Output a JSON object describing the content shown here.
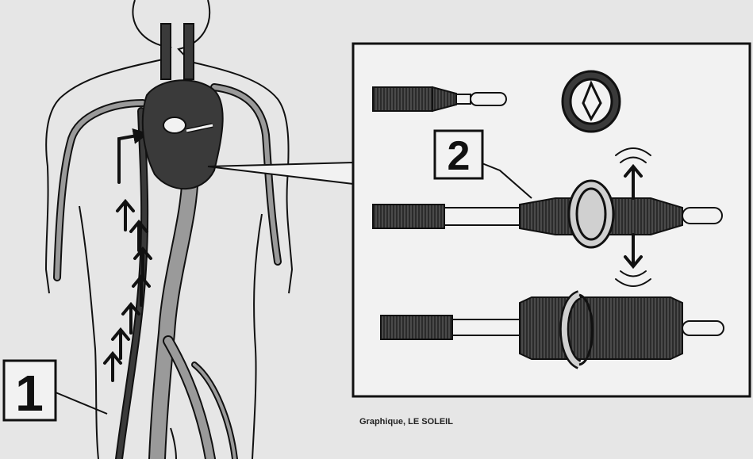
{
  "callouts": {
    "one": "1",
    "two": "2"
  },
  "credit": "Graphique, LE SOLEIL",
  "colors": {
    "background": "#e6e6e6",
    "vessel_dark": "#3a3a3a",
    "vessel_gray": "#9a9a9a",
    "outline": "#111111",
    "panel": "#f2f2f2"
  },
  "icons": [
    "arrow-up-icon",
    "up-arrow-with-waves-icon",
    "down-arrow-with-waves-icon",
    "heart-valve-icon",
    "balloon-catheter-icon"
  ]
}
